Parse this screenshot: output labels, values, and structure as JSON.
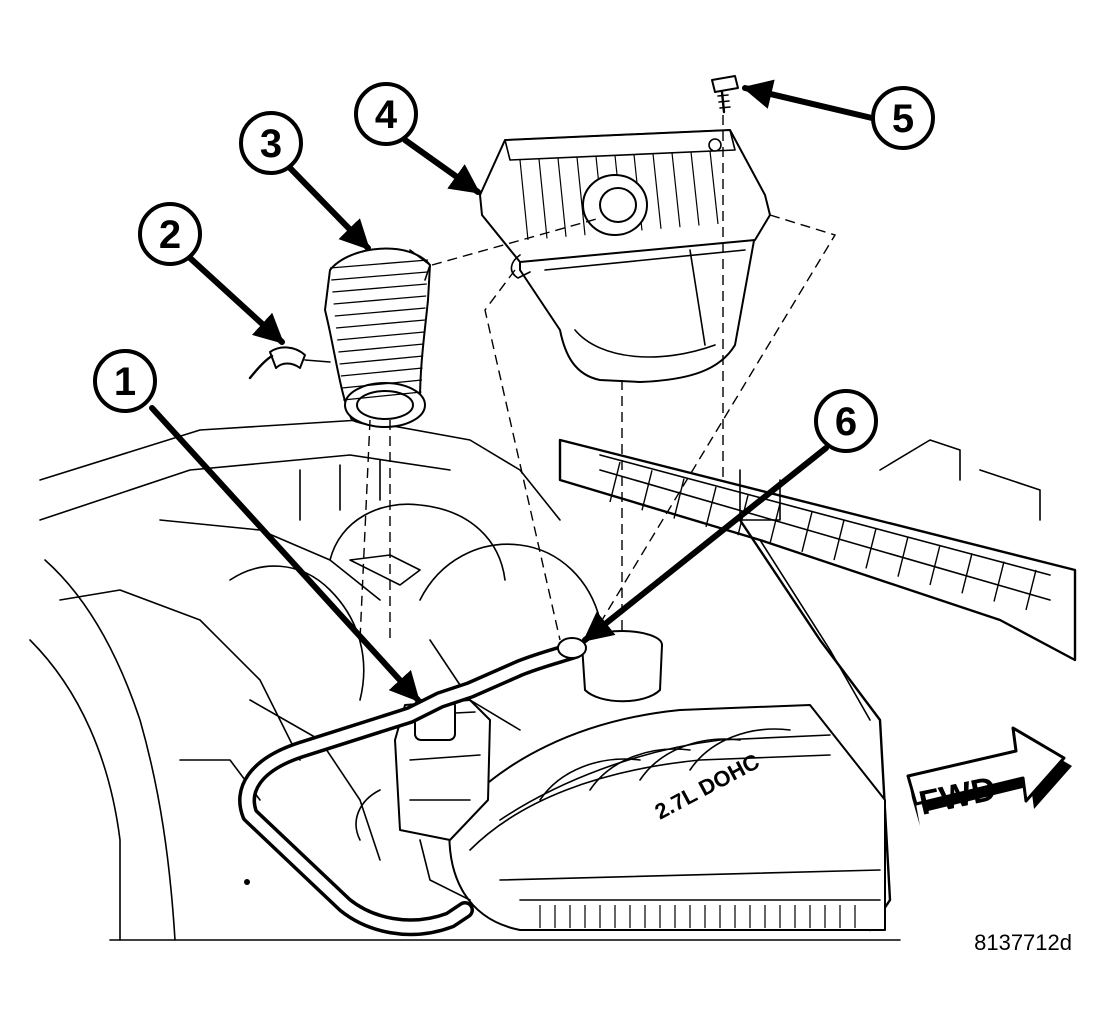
{
  "callouts": [
    {
      "label": "1"
    },
    {
      "label": "2"
    },
    {
      "label": "3"
    },
    {
      "label": "4"
    },
    {
      "label": "5"
    },
    {
      "label": "6"
    }
  ],
  "direction_label": "FWD",
  "reference_code": "8137712d",
  "intake_cover_text": "2.7L DOHC"
}
